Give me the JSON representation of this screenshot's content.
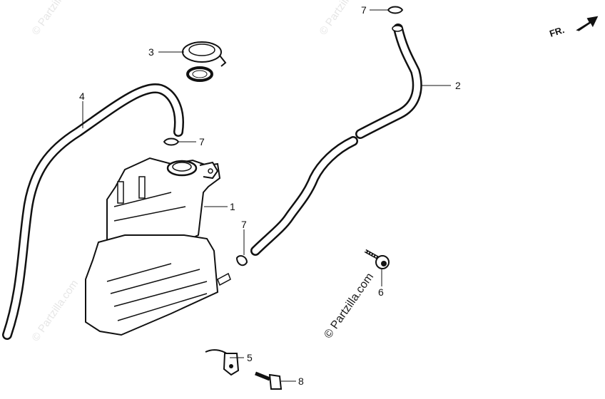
{
  "callouts": {
    "tank": "1",
    "overflow_tube": "2",
    "cap": "3",
    "siphon_tube": "4",
    "clamp_stay": "5",
    "bolt_flange": "6",
    "clip_top": "7",
    "clip_mid": "7",
    "clip_low": "7",
    "bolt_small": "8"
  },
  "direction_marker": "FR.",
  "watermark": {
    "main": "© Partzilla.com",
    "faint": "© Partzilla.com"
  }
}
